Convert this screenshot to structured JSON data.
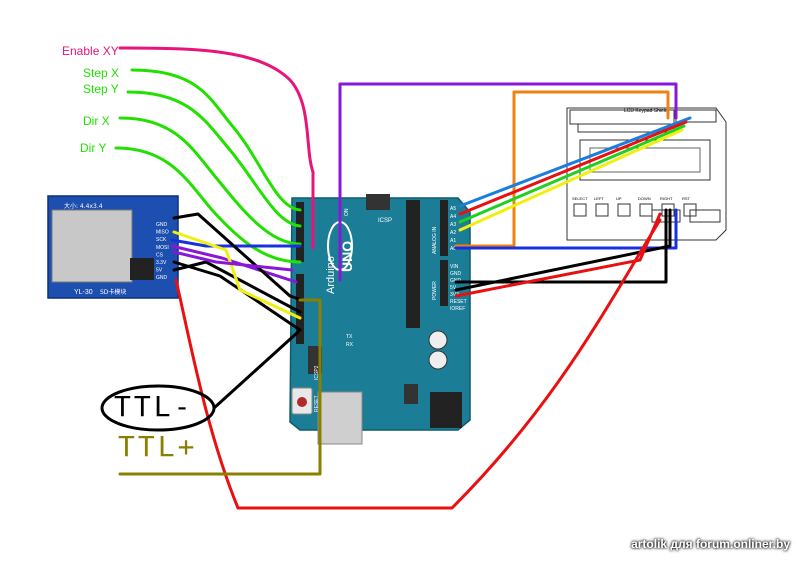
{
  "labels": {
    "enable_xy": "Enable XY",
    "step_x": "Step X",
    "step_y": "Step Y",
    "dir_x": "Dir X",
    "dir_y": "Dir Y",
    "ttl_minus": "TTL-",
    "ttl_plus": "TTL+"
  },
  "sd_module": {
    "title": "YL-30",
    "subtitle": "SD卡模块",
    "size": "大小: 4.4x3.4",
    "pins": [
      "GND",
      "MISO",
      "SCK",
      "MOSI",
      "CS",
      "3.3V",
      "5V",
      "GND"
    ]
  },
  "arduino": {
    "brand": "Arduino",
    "model": "UNO",
    "icsp": "ICSP",
    "icsp2": "ICSP2",
    "reset": "RESET",
    "tx": "TX",
    "rx": "RX",
    "on": "ON",
    "analog_in": "ANALOG IN",
    "power": "POWER",
    "analog_pins": [
      "A5",
      "A4",
      "A3",
      "A2",
      "A1",
      "A0"
    ],
    "power_pins": [
      "VIN",
      "GND",
      "GND",
      "5V",
      "3V3",
      "RESET",
      "IOREF"
    ]
  },
  "lcd_shield": {
    "title": "LCD Keypad Shield",
    "buttons": [
      "SELECT",
      "LEFT",
      "UP",
      "DOWN",
      "RIGHT",
      "RST"
    ]
  },
  "watermark": "artolik для forum.onliner.by",
  "colors": {
    "enable": "#e8147a",
    "step": "#22e000",
    "dir": "#22e000",
    "purple": "#8a17d8",
    "orange": "#f08010",
    "blue": "#1830e0",
    "red": "#e81010",
    "yellow": "#f0f010",
    "green": "#20d020",
    "skyblue": "#1a7ee0",
    "black": "#000000",
    "olive": "#8a8000",
    "board": "#1b7e96"
  }
}
